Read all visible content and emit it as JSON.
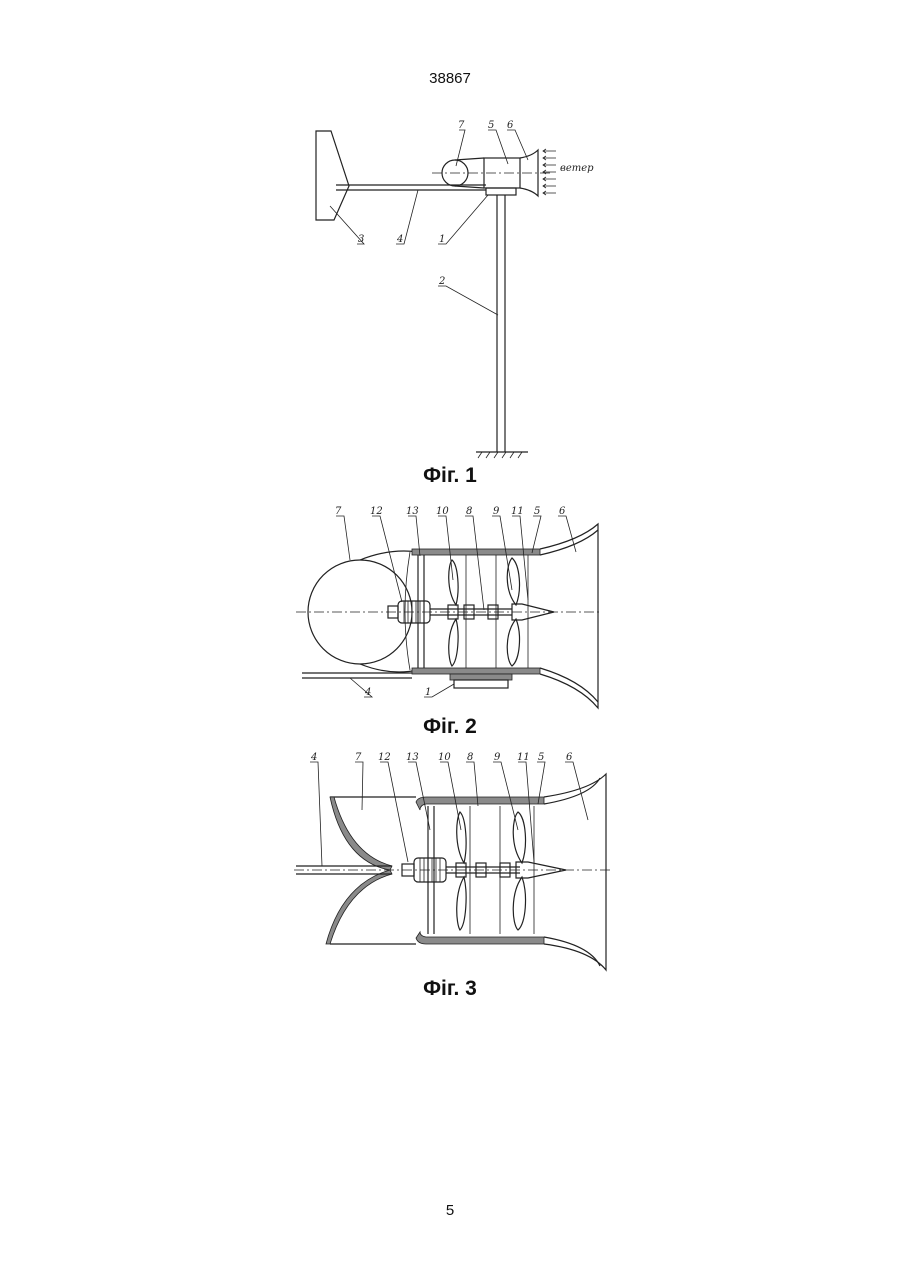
{
  "header": {
    "document_number": "38867"
  },
  "footer": {
    "page_number": "5"
  },
  "figures": [
    {
      "caption": "Фіг. 1",
      "labels": {
        "l7": "7",
        "l5": "5",
        "l6": "6",
        "l3": "3",
        "l4": "4",
        "l1": "1",
        "l2": "2",
        "wind": "ветер"
      }
    },
    {
      "caption": "Фіг. 2",
      "labels": {
        "l7": "7",
        "l12": "12",
        "l13": "13",
        "l10": "10",
        "l8": "8",
        "l9": "9",
        "l11": "11",
        "l5": "5",
        "l6": "6",
        "l4": "4",
        "l1": "1"
      }
    },
    {
      "caption": "Фіг. 3",
      "labels": {
        "l4": "4",
        "l7": "7",
        "l12": "12",
        "l13": "13",
        "l10": "10",
        "l8": "8",
        "l9": "9",
        "l11": "11",
        "l5": "5",
        "l6": "6"
      }
    }
  ]
}
